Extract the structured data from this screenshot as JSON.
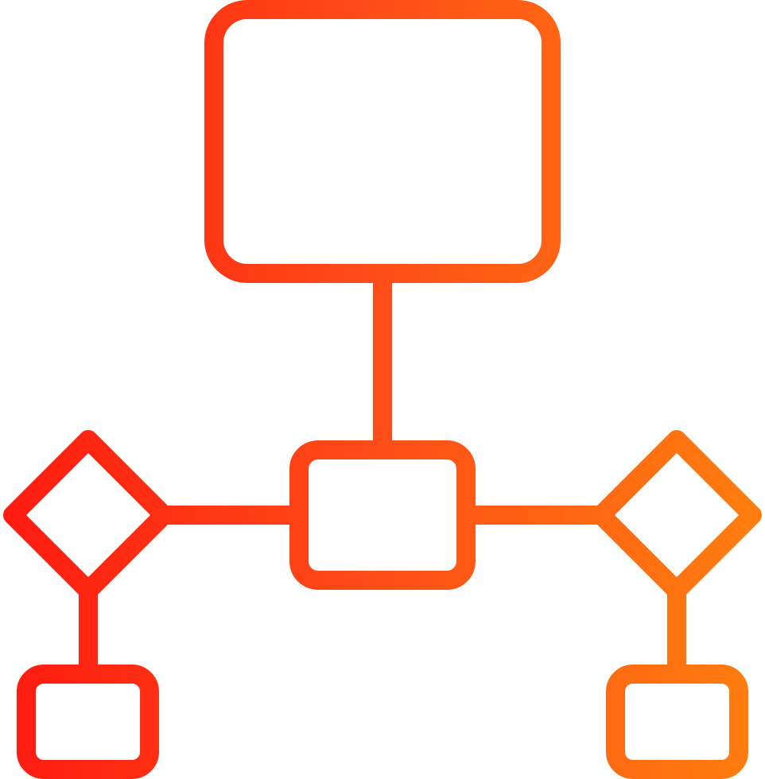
{
  "icon": {
    "name": "flowchart-icon",
    "style": "outline",
    "gradient": {
      "start_color": "#FF1A10",
      "mid_color": "#FF4E18",
      "end_color": "#FF7E0E",
      "direction": "left-to-right"
    },
    "background_color": "#FFFFFF"
  },
  "nodes": [
    {
      "id": "top-box",
      "shape": "rounded-rectangle"
    },
    {
      "id": "center-box",
      "shape": "rounded-rectangle"
    },
    {
      "id": "left-diamond",
      "shape": "diamond"
    },
    {
      "id": "right-diamond",
      "shape": "diamond"
    },
    {
      "id": "bottom-left-box",
      "shape": "rounded-rectangle"
    },
    {
      "id": "bottom-right-box",
      "shape": "rounded-rectangle"
    }
  ],
  "edges": [
    {
      "from": "top-box",
      "to": "center-box"
    },
    {
      "from": "left-diamond",
      "to": "center-box"
    },
    {
      "from": "center-box",
      "to": "right-diamond"
    },
    {
      "from": "left-diamond",
      "to": "bottom-left-box"
    },
    {
      "from": "right-diamond",
      "to": "bottom-right-box"
    }
  ]
}
